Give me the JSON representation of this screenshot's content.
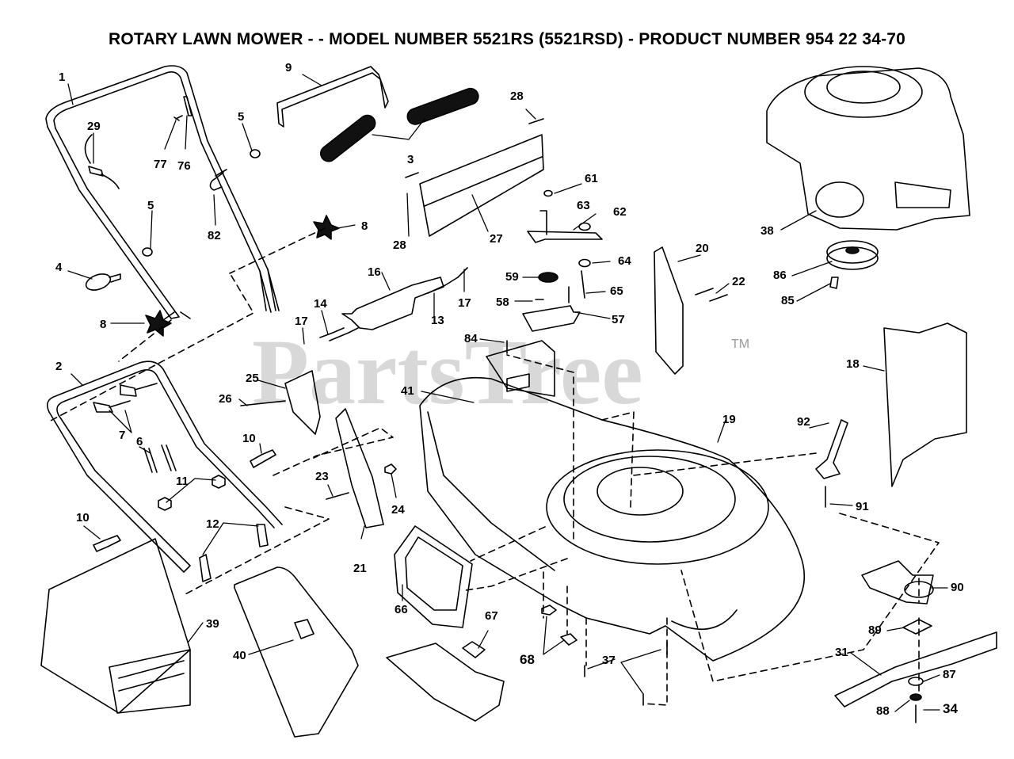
{
  "title": "ROTARY LAWN MOWER - - MODEL NUMBER 5521RS (5521RSD) - PRODUCT NUMBER 954 22 34-70",
  "watermark": "PartsTree",
  "trademark": "TM",
  "colors": {
    "line": "#000000",
    "part_fill": "#ffffff",
    "grip_fill": "#111111",
    "watermark": "#b9b9b9"
  },
  "part_labels": [
    "1",
    "2",
    "3",
    "4",
    "5",
    "5",
    "6",
    "7",
    "8",
    "8",
    "9",
    "10",
    "10",
    "11",
    "12",
    "13",
    "14",
    "16",
    "17",
    "17",
    "18",
    "19",
    "20",
    "21",
    "22",
    "23",
    "24",
    "25",
    "26",
    "27",
    "28",
    "28",
    "29",
    "31",
    "34",
    "37",
    "38",
    "39",
    "40",
    "41",
    "57",
    "58",
    "59",
    "61",
    "62",
    "63",
    "64",
    "65",
    "66",
    "67",
    "68",
    "76",
    "77",
    "82",
    "84",
    "85",
    "86",
    "87",
    "88",
    "89",
    "90",
    "91",
    "92"
  ]
}
